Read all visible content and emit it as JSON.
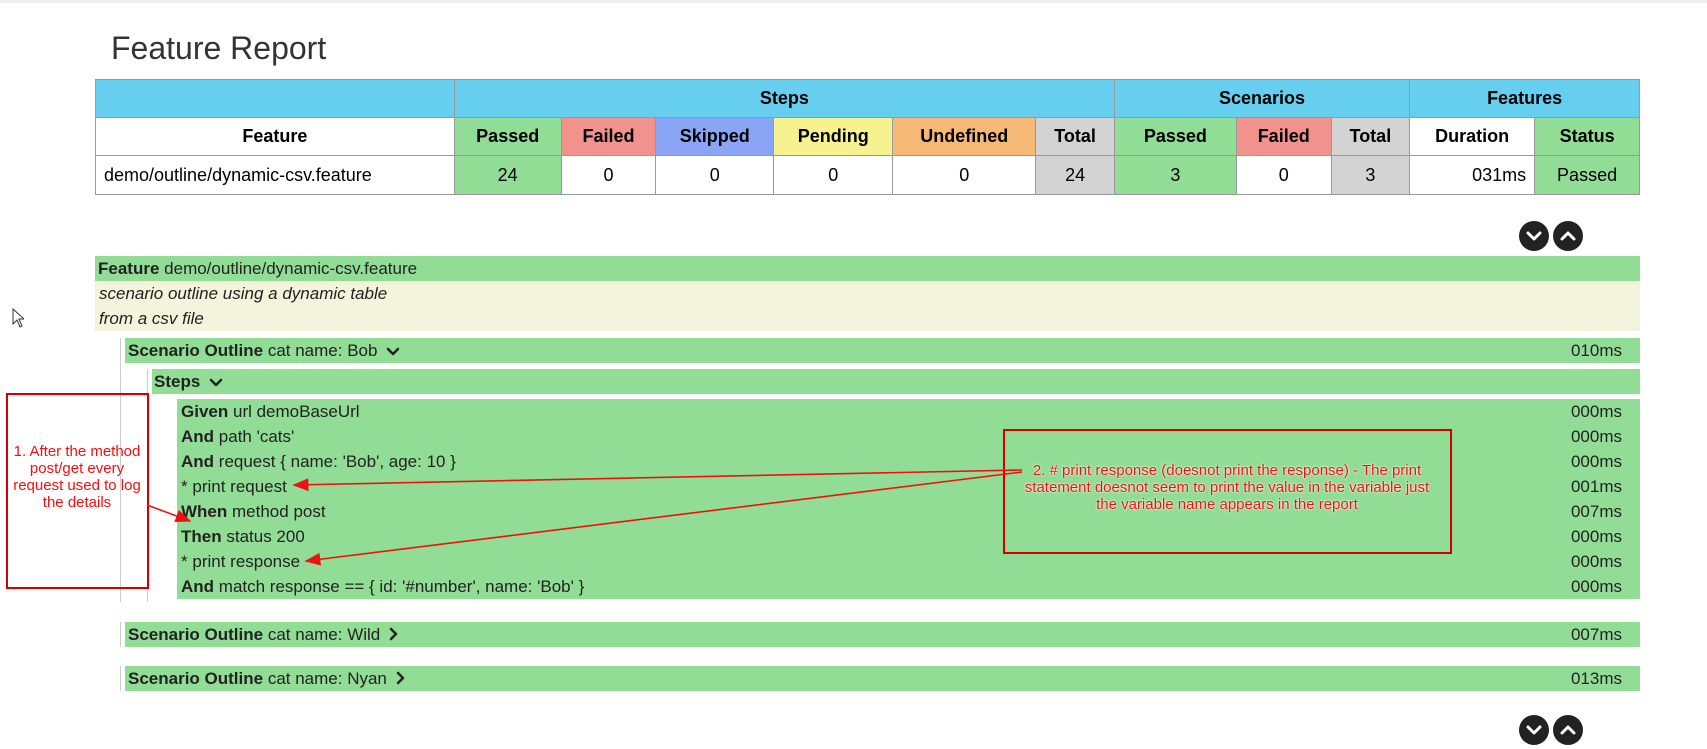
{
  "page": {
    "title": "Feature Report"
  },
  "summary": {
    "groups": {
      "steps": "Steps",
      "scenarios": "Scenarios",
      "features": "Features"
    },
    "headers": {
      "feature": "Feature",
      "steps_passed": "Passed",
      "steps_failed": "Failed",
      "steps_skipped": "Skipped",
      "steps_pending": "Pending",
      "steps_undefined": "Undefined",
      "steps_total": "Total",
      "scen_passed": "Passed",
      "scen_failed": "Failed",
      "scen_total": "Total",
      "duration": "Duration",
      "status": "Status"
    },
    "row": {
      "feature": "demo/outline/dynamic-csv.feature",
      "steps_passed": "24",
      "steps_failed": "0",
      "steps_skipped": "0",
      "steps_pending": "0",
      "steps_undefined": "0",
      "steps_total": "24",
      "scen_passed": "3",
      "scen_failed": "0",
      "scen_total": "3",
      "duration": "031ms",
      "status": "Passed"
    }
  },
  "colors": {
    "header_blue": "#66cfef",
    "passed": "#92dd96",
    "failed": "#f2928c",
    "skipped": "#8aa4f6",
    "pending": "#f5f28f",
    "undefined": "#f5b975",
    "total": "#d3d3d3",
    "description_bg": "#f4f3dc",
    "annotation_red": "#d40000"
  },
  "icons": {
    "collapse_all": "chevron-down-circle-icon",
    "expand_all": "chevron-up-circle-icon",
    "expand": "chevron-down-icon",
    "collapsed": "chevron-right-icon",
    "cursor": "mouse-pointer-icon"
  },
  "feature": {
    "keyword": "Feature",
    "name": "demo/outline/dynamic-csv.feature",
    "description": [
      "scenario outline using a dynamic table",
      "from a csv file"
    ]
  },
  "scenarios": [
    {
      "keyword": "Scenario Outline",
      "name": "cat name: Bob",
      "duration": "010ms",
      "expanded": true,
      "steps_label": "Steps",
      "steps": [
        {
          "keyword": "Given",
          "text": "url demoBaseUrl",
          "duration": "000ms"
        },
        {
          "keyword": "And",
          "text": "path 'cats'",
          "duration": "000ms"
        },
        {
          "keyword": "And",
          "text": "request { name: 'Bob', age: 10 }",
          "duration": "000ms"
        },
        {
          "keyword": "*",
          "text": "print request",
          "duration": "001ms"
        },
        {
          "keyword": "When",
          "text": "method post",
          "duration": "007ms"
        },
        {
          "keyword": "Then",
          "text": "status 200",
          "duration": "000ms"
        },
        {
          "keyword": "*",
          "text": "print response",
          "duration": "000ms"
        },
        {
          "keyword": "And",
          "text": "match response == { id: '#number', name: 'Bob' }",
          "duration": "000ms"
        }
      ]
    },
    {
      "keyword": "Scenario Outline",
      "name": "cat name: Wild",
      "duration": "007ms",
      "expanded": false
    },
    {
      "keyword": "Scenario Outline",
      "name": "cat name: Nyan",
      "duration": "013ms",
      "expanded": false
    }
  ],
  "annotations": {
    "note1": "1. After the method post/get every request used to log the details",
    "note2": "2. # print response (doesnot print the response) - The print statement doesnot seem to print the value in the variable just the variable name appears in the report"
  }
}
